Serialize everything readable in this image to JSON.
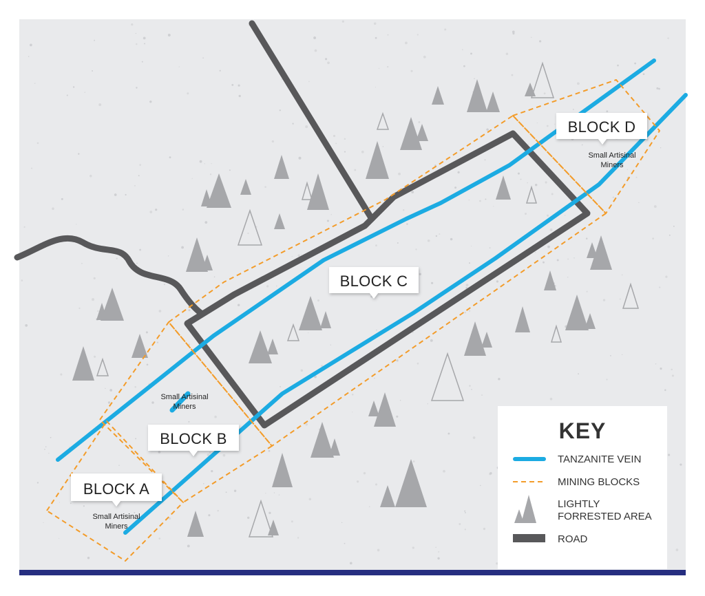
{
  "map": {
    "blocks": {
      "a": {
        "label": "BLOCK A",
        "note_line1": "Small Artisinal",
        "note_line2": "Miners"
      },
      "b": {
        "label": "BLOCK B",
        "note_line1": "Small Artisinal",
        "note_line2": "Miners"
      },
      "c": {
        "label": "BLOCK C"
      },
      "d": {
        "label": "BLOCK D",
        "note_line1": "Small Artisinal",
        "note_line2": "Miners"
      }
    },
    "colors": {
      "background": "#e9eaec",
      "vein": "#1cabe2",
      "mining_block": "#f39c2a",
      "road": "#58585a",
      "tree_fill": "#a6a7aa",
      "tree_outline": "#a6a7aa",
      "bottom_bar": "#262e80"
    }
  },
  "key": {
    "title": "KEY",
    "items": {
      "vein": "TANZANITE VEIN",
      "blocks": "MINING BLOCKS",
      "forest_line1": "LIGHTLY",
      "forest_line2": "FORRESTED AREA",
      "road": "ROAD"
    }
  }
}
